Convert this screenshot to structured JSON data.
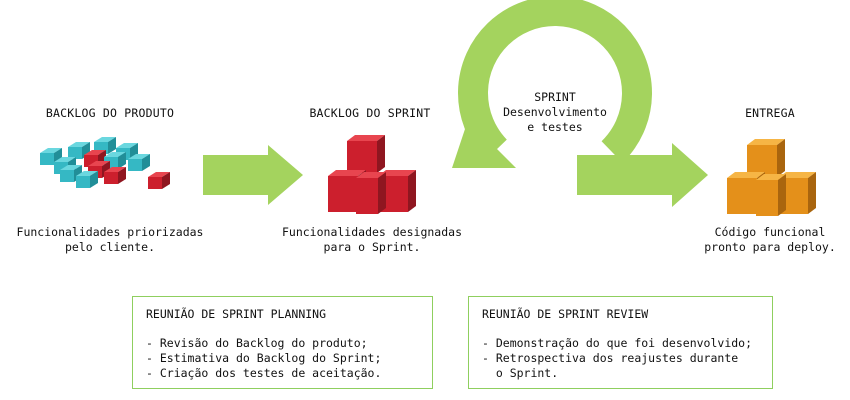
{
  "stages": {
    "product_backlog": {
      "title": "BACKLOG DO PRODUTO",
      "caption": "Funcionalidades priorizadas\npelo cliente."
    },
    "sprint_backlog": {
      "title": "BACKLOG DO SPRINT",
      "caption": "Funcionalidades designadas\npara o Sprint."
    },
    "sprint": {
      "title": "SPRINT",
      "line2": "Desenvolvimento",
      "line3": "e testes"
    },
    "delivery": {
      "title": "ENTREGA",
      "caption": "Código funcional\npronto para deploy."
    }
  },
  "meetings": {
    "planning": {
      "title": "REUNIÃO DE SPRINT PLANNING",
      "items": [
        "- Revisão do Backlog do produto;",
        "- Estimativa do Backlog do Sprint;",
        "- Criação dos testes de aceitação."
      ]
    },
    "review": {
      "title": "REUNIÃO DE SPRINT REVIEW",
      "items": [
        "- Demonstração do que foi desenvolvido;",
        "- Retrospectiva dos reajustes durante",
        "  o Sprint."
      ]
    }
  },
  "colors": {
    "arrow_green": "#a4d35e",
    "cube_teal": "#35b8c4",
    "cube_red": "#cc1f2d",
    "cube_orange": "#e4901a",
    "box_border": "#8fcf5e"
  }
}
